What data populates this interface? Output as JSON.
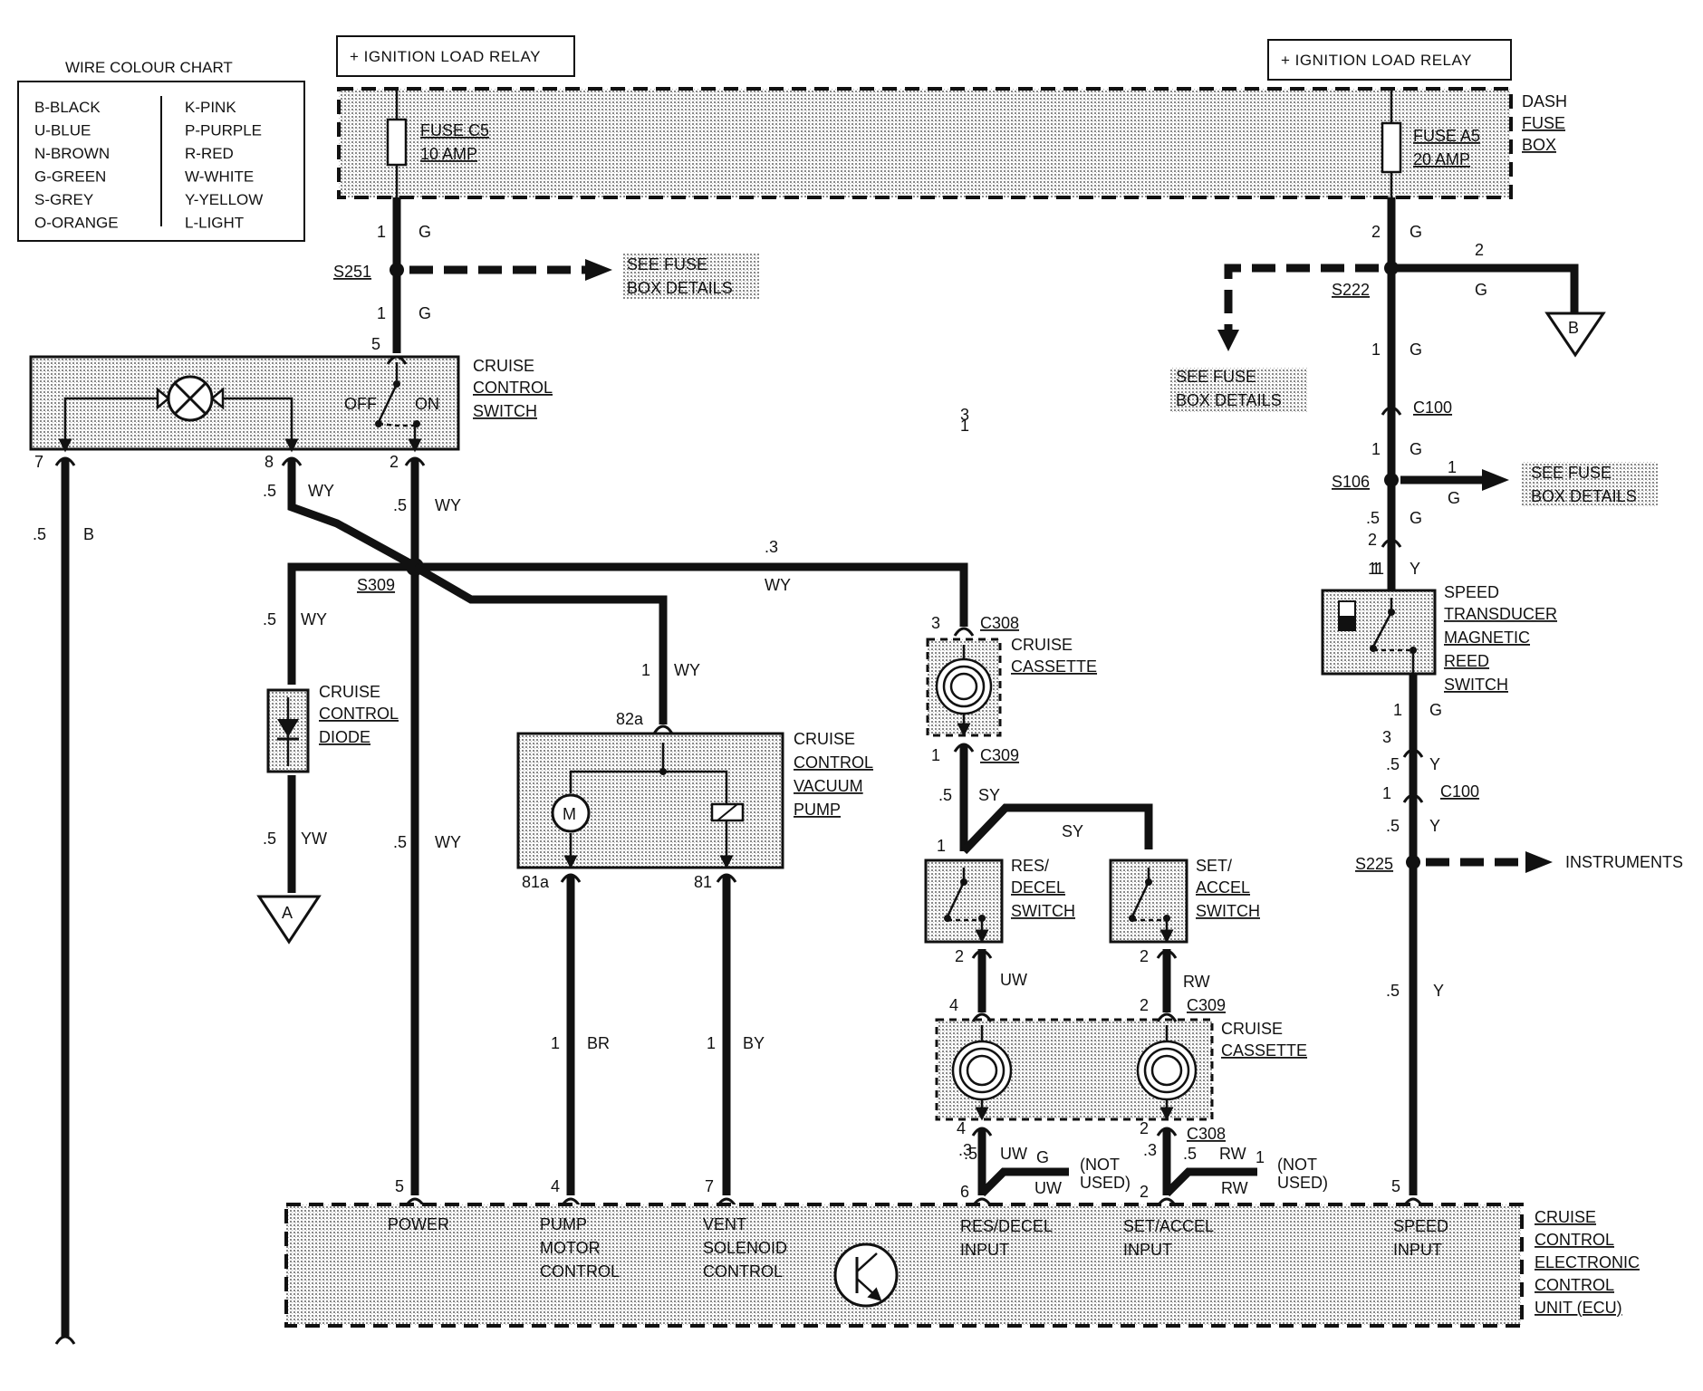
{
  "wire_chart": {
    "title": "WIRE COLOUR CHART",
    "left": [
      "B-BLACK",
      "U-BLUE",
      "N-BROWN",
      "G-GREEN",
      "S-GREY",
      "O-ORANGE"
    ],
    "right": [
      "K-PINK",
      "P-PURPLE",
      "R-RED",
      "W-WHITE",
      "Y-YELLOW",
      "L-LIGHT"
    ]
  },
  "relays": {
    "left": "+ IGNITION LOAD RELAY",
    "right": "+ IGNITION LOAD RELAY"
  },
  "fuse_box": {
    "l1": "DASH",
    "l2": "FUSE",
    "l3": "BOX"
  },
  "fuses": {
    "c5": {
      "name": "FUSE C5",
      "rating": "10 AMP"
    },
    "a5": {
      "name": "FUSE A5",
      "rating": "20 AMP"
    }
  },
  "see_fuse": {
    "l1": "SEE FUSE",
    "l2": "BOX DETAILS"
  },
  "splices": {
    "s251": "S251",
    "s222": "S222",
    "s106": "S106",
    "s309": "S309",
    "s225": "S225"
  },
  "connectors": {
    "c100": "C100",
    "c308": "C308",
    "c309": "C309"
  },
  "cruise_switch": {
    "l1": "CRUISE",
    "l2": "CONTROL",
    "l3": "SWITCH",
    "off": "OFF",
    "on": "ON"
  },
  "diode": {
    "l1": "CRUISE",
    "l2": "CONTROL",
    "l3": "DIODE"
  },
  "pump": {
    "l1": "CRUISE",
    "l2": "CONTROL",
    "l3": "VACUUM",
    "l4": "PUMP",
    "motor": "M"
  },
  "cassette": {
    "l1": "CRUISE",
    "l2": "CASSETTE"
  },
  "res_switch": {
    "l1": "RES/",
    "l2": "DECEL",
    "l3": "SWITCH"
  },
  "set_switch": {
    "l1": "SET/",
    "l2": "ACCEL",
    "l3": "SWITCH"
  },
  "speed": {
    "l1": "SPEED",
    "l2": "TRANSDUCER",
    "l3": "MAGNETIC",
    "l4": "REED",
    "l5": "SWITCH"
  },
  "instruments": "INSTRUMENTS",
  "ecu": {
    "title": [
      "CRUISE",
      "CONTROL",
      "ELECTRONIC",
      "CONTROL",
      "UNIT (ECU)"
    ],
    "power": "POWER",
    "pump_ctrl": [
      "PUMP",
      "MOTOR",
      "CONTROL"
    ],
    "vent_ctrl": [
      "VENT",
      "SOLENOID",
      "CONTROL"
    ],
    "res_in": [
      "RES/DECEL",
      "INPUT"
    ],
    "set_in": [
      "SET/ACCEL",
      "INPUT"
    ],
    "speed_in": [
      "SPEED",
      "INPUT"
    ]
  },
  "not_used": [
    "(NOT",
    "USED)"
  ],
  "ground": {
    "a": "A",
    "b": "B"
  },
  "wire_labels": {
    "w1": [
      "1",
      "G"
    ],
    "w2": [
      "1",
      "G"
    ],
    "w3": [
      "2",
      "G"
    ],
    "w4": [
      "2",
      "G"
    ],
    "w5": [
      "1",
      "G"
    ],
    "w6": [
      "1",
      "G"
    ],
    "w7": [
      "1",
      "G"
    ],
    "w8": [
      ".5",
      "G"
    ],
    "w9": [
      ".5",
      "B"
    ],
    "w10": [
      ".5",
      "WY"
    ],
    "w11": [
      ".5",
      "WY"
    ],
    "w12": [
      ".3",
      "WY"
    ],
    "w13": [
      ".5",
      "WY"
    ],
    "w14": [
      "1",
      "WY"
    ],
    "w15": [
      ".5",
      "YW"
    ],
    "w16": [
      ".5",
      "WY"
    ],
    "w17": [
      ".5",
      "SY"
    ],
    "w18": [
      "SY"
    ],
    "w19": [
      "UW"
    ],
    "w20": [
      "RW"
    ],
    "w21": [
      "1",
      "BR"
    ],
    "w22": [
      "1",
      "BY"
    ],
    "w23": [
      "UW"
    ],
    "w24": [
      "RW"
    ],
    "w25": [
      ".5",
      "UW"
    ],
    "w26": [
      ".5",
      "RW"
    ],
    "w27": [
      "1",
      "Y"
    ],
    "w28": [
      "1",
      "G"
    ],
    "w29": [
      ".5",
      "Y"
    ],
    "w30": [
      ".5",
      "Y"
    ],
    "w31": [
      ".5",
      "Y"
    ],
    "w32": [
      "1"
    ],
    "w33": [
      "G"
    ]
  },
  "pins": [
    "5",
    "7",
    "8",
    "2",
    "1",
    "3",
    "82a",
    "81a",
    "81",
    "3",
    "1",
    "1",
    "2",
    "2",
    "4",
    "2",
    "4",
    "2",
    ".3",
    ".3",
    "6",
    "2",
    "1",
    "4",
    "7",
    "5",
    "2",
    "1",
    "3",
    "1",
    "5"
  ]
}
